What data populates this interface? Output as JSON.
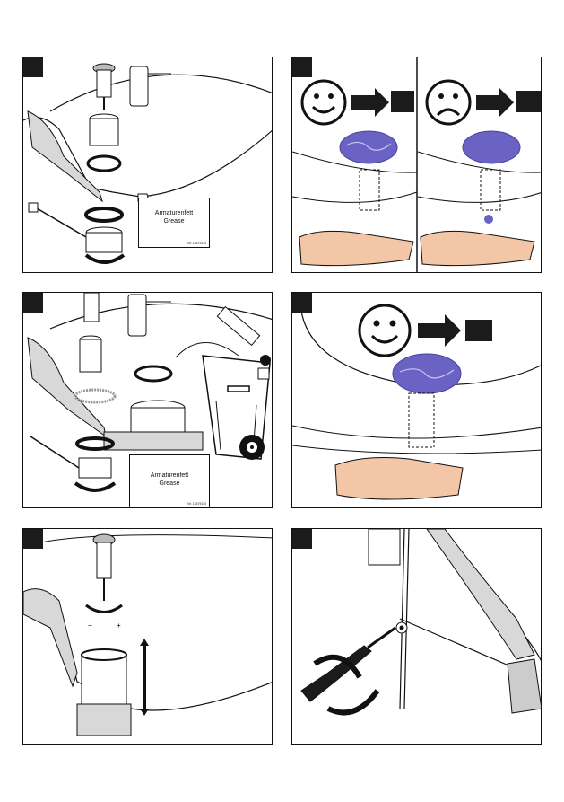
{
  "labels": {
    "grease_de": "Armaturenfett",
    "grease_en": "Grease",
    "grease_code": "Nr. 13479110"
  },
  "colors": {
    "purple_water": "#6b63c4",
    "purple_light": "#8f8ce0",
    "skin": "#f2c6a6",
    "ink": "#111111"
  }
}
